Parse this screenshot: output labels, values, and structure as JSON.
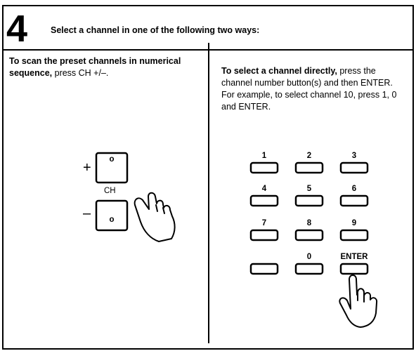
{
  "step": {
    "number": "4",
    "title": "Select a channel in one of the following two ways:"
  },
  "left_panel": {
    "text_bold": "To scan the preset channels in numerical sequence,",
    "text_normal": " press CH +/–.",
    "ch_label": "CH",
    "plus_sign": "+",
    "minus_sign": "–",
    "button_mark": "o"
  },
  "right_panel": {
    "text_bold": "To select a channel directly,",
    "text_normal": " press the channel number button(s) and then ENTER. For example, to select channel 10, press 1, 0 and ENTER.",
    "keypad": {
      "row1": [
        "1",
        "2",
        "3"
      ],
      "row2": [
        "4",
        "5",
        "6"
      ],
      "row3": [
        "7",
        "8",
        "9"
      ],
      "row4": [
        "",
        "0",
        "ENTER"
      ]
    }
  }
}
